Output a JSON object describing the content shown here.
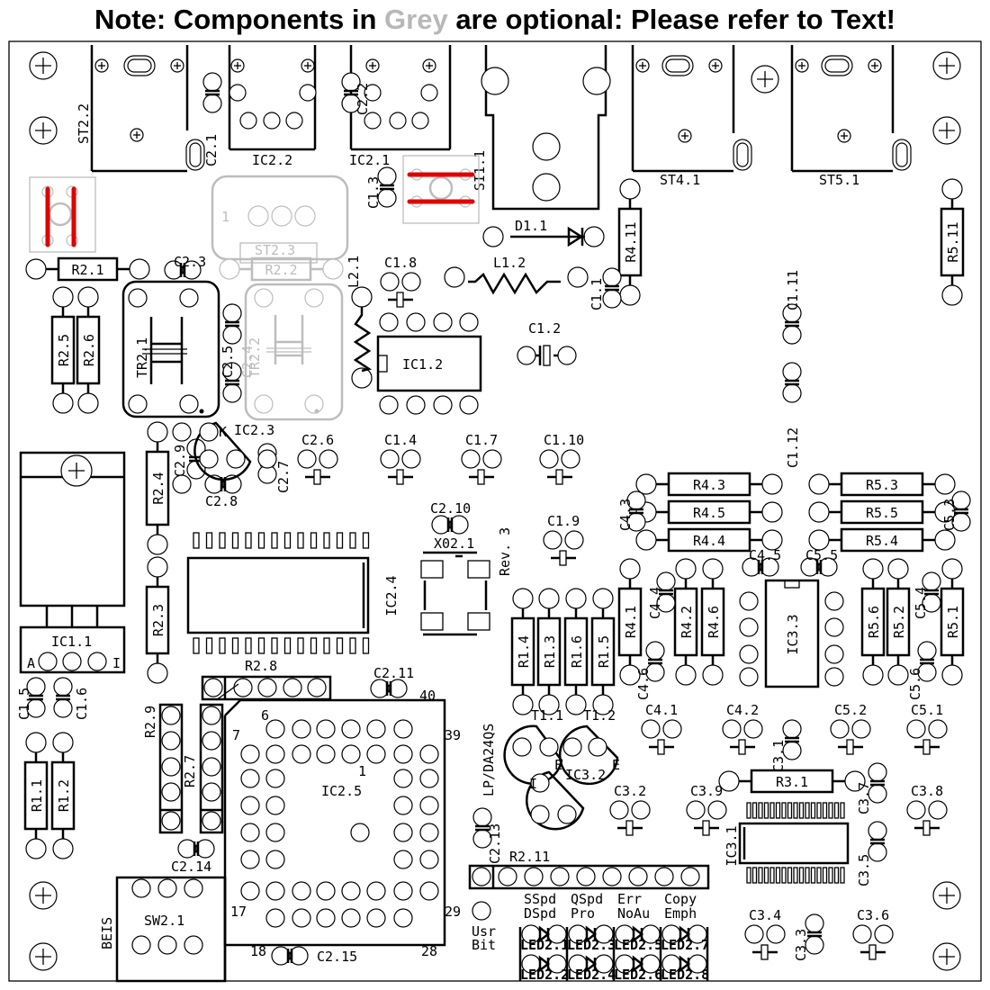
{
  "note": {
    "prefix": "Note: Components in ",
    "grey_word": "Grey",
    "suffix": " are optional: Please refer to Text!"
  },
  "colors": {
    "ink": "#000000",
    "optional": "#bdbdbd",
    "jumper": "#e00000",
    "background": "#ffffff"
  },
  "board": {
    "name": "LP/DA24QS",
    "revision": "Rev. 3",
    "side_label": "BEIS",
    "user_bit_label": [
      "Usr",
      "Bit"
    ],
    "led_captions_top": [
      "SSpd",
      "QSpd",
      "Err",
      "Copy"
    ],
    "led_captions_bottom": [
      "DSpd",
      "Pro",
      "NoAu",
      "Emph"
    ]
  },
  "components": {
    "connectors": [
      "ST2.2",
      "IC2.2",
      "IC2.1",
      "SI1.1",
      "ST4.1",
      "ST5.1"
    ],
    "optional": [
      "ST2.3",
      "R2.2",
      "TR2.2",
      "C2.4",
      "jumper-left",
      "jumper-top"
    ],
    "resistors_h": [
      "R2.1",
      "R4.3",
      "R4.5",
      "R4.4",
      "R5.3",
      "R5.5",
      "R5.4",
      "R3.1"
    ],
    "resistors_v": [
      "R4.11",
      "R5.11",
      "R2.5",
      "R2.6",
      "R2.4",
      "R2.3",
      "R1.4",
      "R1.3",
      "R1.6",
      "R1.5",
      "R4.1",
      "R4.2",
      "R4.6",
      "R5.6",
      "R5.2",
      "R5.1",
      "R1.1",
      "R1.2"
    ],
    "capacitors": [
      "C2.1",
      "C2.2",
      "C1.3",
      "C2.3",
      "C1.8",
      "C1.1",
      "C1.2",
      "C1.11",
      "C1.12",
      "C2.5",
      "C2.9",
      "C2.7",
      "C2.8",
      "C2.6",
      "C1.4",
      "C1.7",
      "C1.10",
      "C2.10",
      "C1.9",
      "C4.3",
      "C5.3",
      "C4.5",
      "C5.5",
      "C4.4",
      "C5.4",
      "C4.6",
      "C5.6",
      "C4.1",
      "C4.2",
      "C3.1",
      "C5.2",
      "C5.1",
      "C1.5",
      "C1.6",
      "C2.11",
      "C2.13",
      "C2.14",
      "C2.15",
      "C3.2",
      "C3.9",
      "C3.7",
      "C3.8",
      "C3.5",
      "C3.4",
      "C3.3",
      "C3.6"
    ],
    "ics": [
      "IC1.2",
      "IC2.4",
      "IC3.3",
      "IC3.1",
      "IC2.5",
      "IC1.1",
      "IC2.3",
      "IC3.2"
    ],
    "others": [
      "D1.1",
      "L1.2",
      "L2.1",
      "TR2.1",
      "X02.1",
      "R2.8",
      "R2.9",
      "R2.7",
      "R2.11",
      "SW2.1",
      "T1.1",
      "T1.2"
    ],
    "leds": [
      "LED2.1",
      "LED2.3",
      "LED2.5",
      "LED2.7",
      "LED2.2",
      "LED2.4",
      "LED2.6",
      "LED2.8"
    ],
    "plcc_pin_labels": [
      "1",
      "6",
      "7",
      "17",
      "18",
      "28",
      "29",
      "39",
      "40"
    ],
    "ic11_pins": [
      "A",
      "I"
    ],
    "transistor_pins": [
      "K",
      "E",
      "E",
      "I"
    ],
    "pin1_mark": "1"
  }
}
